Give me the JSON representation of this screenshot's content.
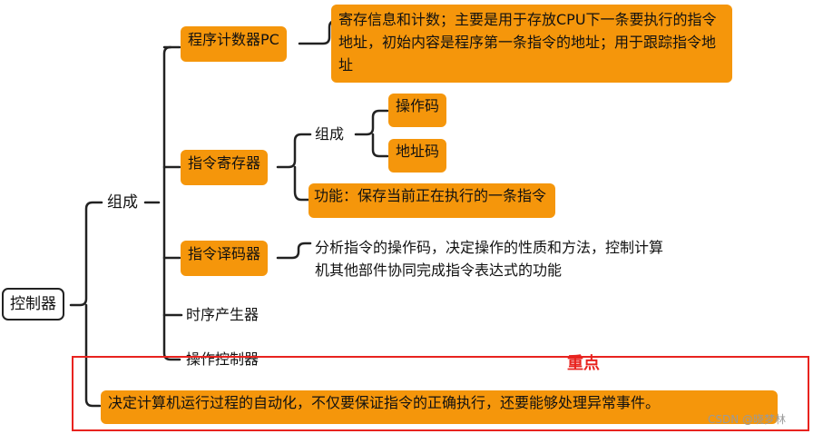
{
  "root": {
    "label": "控制器"
  },
  "composition": {
    "label": "组成"
  },
  "pc": {
    "label": "程序计数器PC",
    "desc": "寄存信息和计数；主要是用于存放CPU下一条要执行的指令地址，初始内容是程序第一条指令的地址；用于跟踪指令地址"
  },
  "ir": {
    "label": "指令寄存器",
    "composition_label": "组成",
    "opcode": "操作码",
    "address": "地址码",
    "function": "功能：保存当前正在执行的一条指令"
  },
  "decoder": {
    "label": "指令译码器",
    "desc": "分析指令的操作码，决定操作的性质和方法，控制计算机其他部件协同完成指令表达式的功能"
  },
  "timing": {
    "label": "时序产生器"
  },
  "op_controller": {
    "label": "操作控制器"
  },
  "summary": {
    "text": "决定计算机运行过程的自动化，不仅要保证指令的正确执行，还要能够处理异常事件。"
  },
  "highlight": {
    "label": "重点",
    "color": "#e8231f"
  },
  "watermark": "CSDN @晓梦林",
  "colors": {
    "node_fill": "#f5960b",
    "line": "#222222"
  }
}
